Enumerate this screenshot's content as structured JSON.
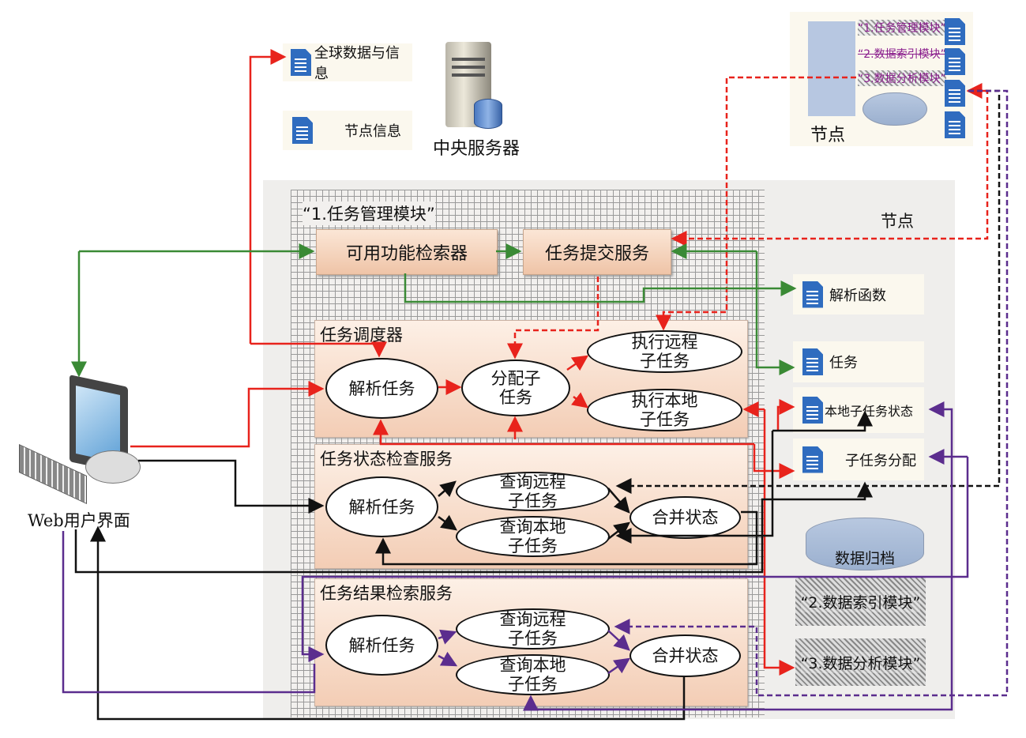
{
  "top": {
    "global_data": "全球数据与信息",
    "node_info": "节点信息",
    "central_server": "中央服务器"
  },
  "node_top": {
    "label": "节点",
    "modules": [
      "“1.任务管理模块”",
      "“2.数据索引模块”",
      "“3.数据分析模块”"
    ]
  },
  "main": {
    "module_label": "“1.任务管理模块”",
    "node_label": "节点",
    "function_retriever": "可用功能检索器",
    "task_submit": "任务提交服务",
    "scheduler": {
      "title": "任务调度器",
      "parse": "解析任务",
      "assign": "分配子任务",
      "exec_remote": "执行远程子任务",
      "exec_local": "执行本地子任务"
    },
    "status_check": {
      "title": "任务状态检查服务",
      "parse": "解析任务",
      "query_remote": "查询远程子任务",
      "query_local": "查询本地子任务",
      "merge": "合并状态"
    },
    "result_retrieval": {
      "title": "任务结果检索服务",
      "parse": "解析任务",
      "query_remote": "查询远程子任务",
      "query_local": "查询本地子任务",
      "merge": "合并状态"
    }
  },
  "right": {
    "parse_function": "解析函数",
    "task": "任务",
    "local_subtask_status": "本地子任务状态",
    "subtask_assignment": "子任务分配",
    "data_archive": "数据归档",
    "data_index_module": "“2.数据索引模块”",
    "data_analysis_module": "“3.数据分析模块”"
  },
  "web_ui": "Web用户界面",
  "colors": {
    "red": "#e8231c",
    "green": "#3a8a35",
    "black": "#111111",
    "purple": "#5b2d8e",
    "panel": "#efeeec"
  }
}
